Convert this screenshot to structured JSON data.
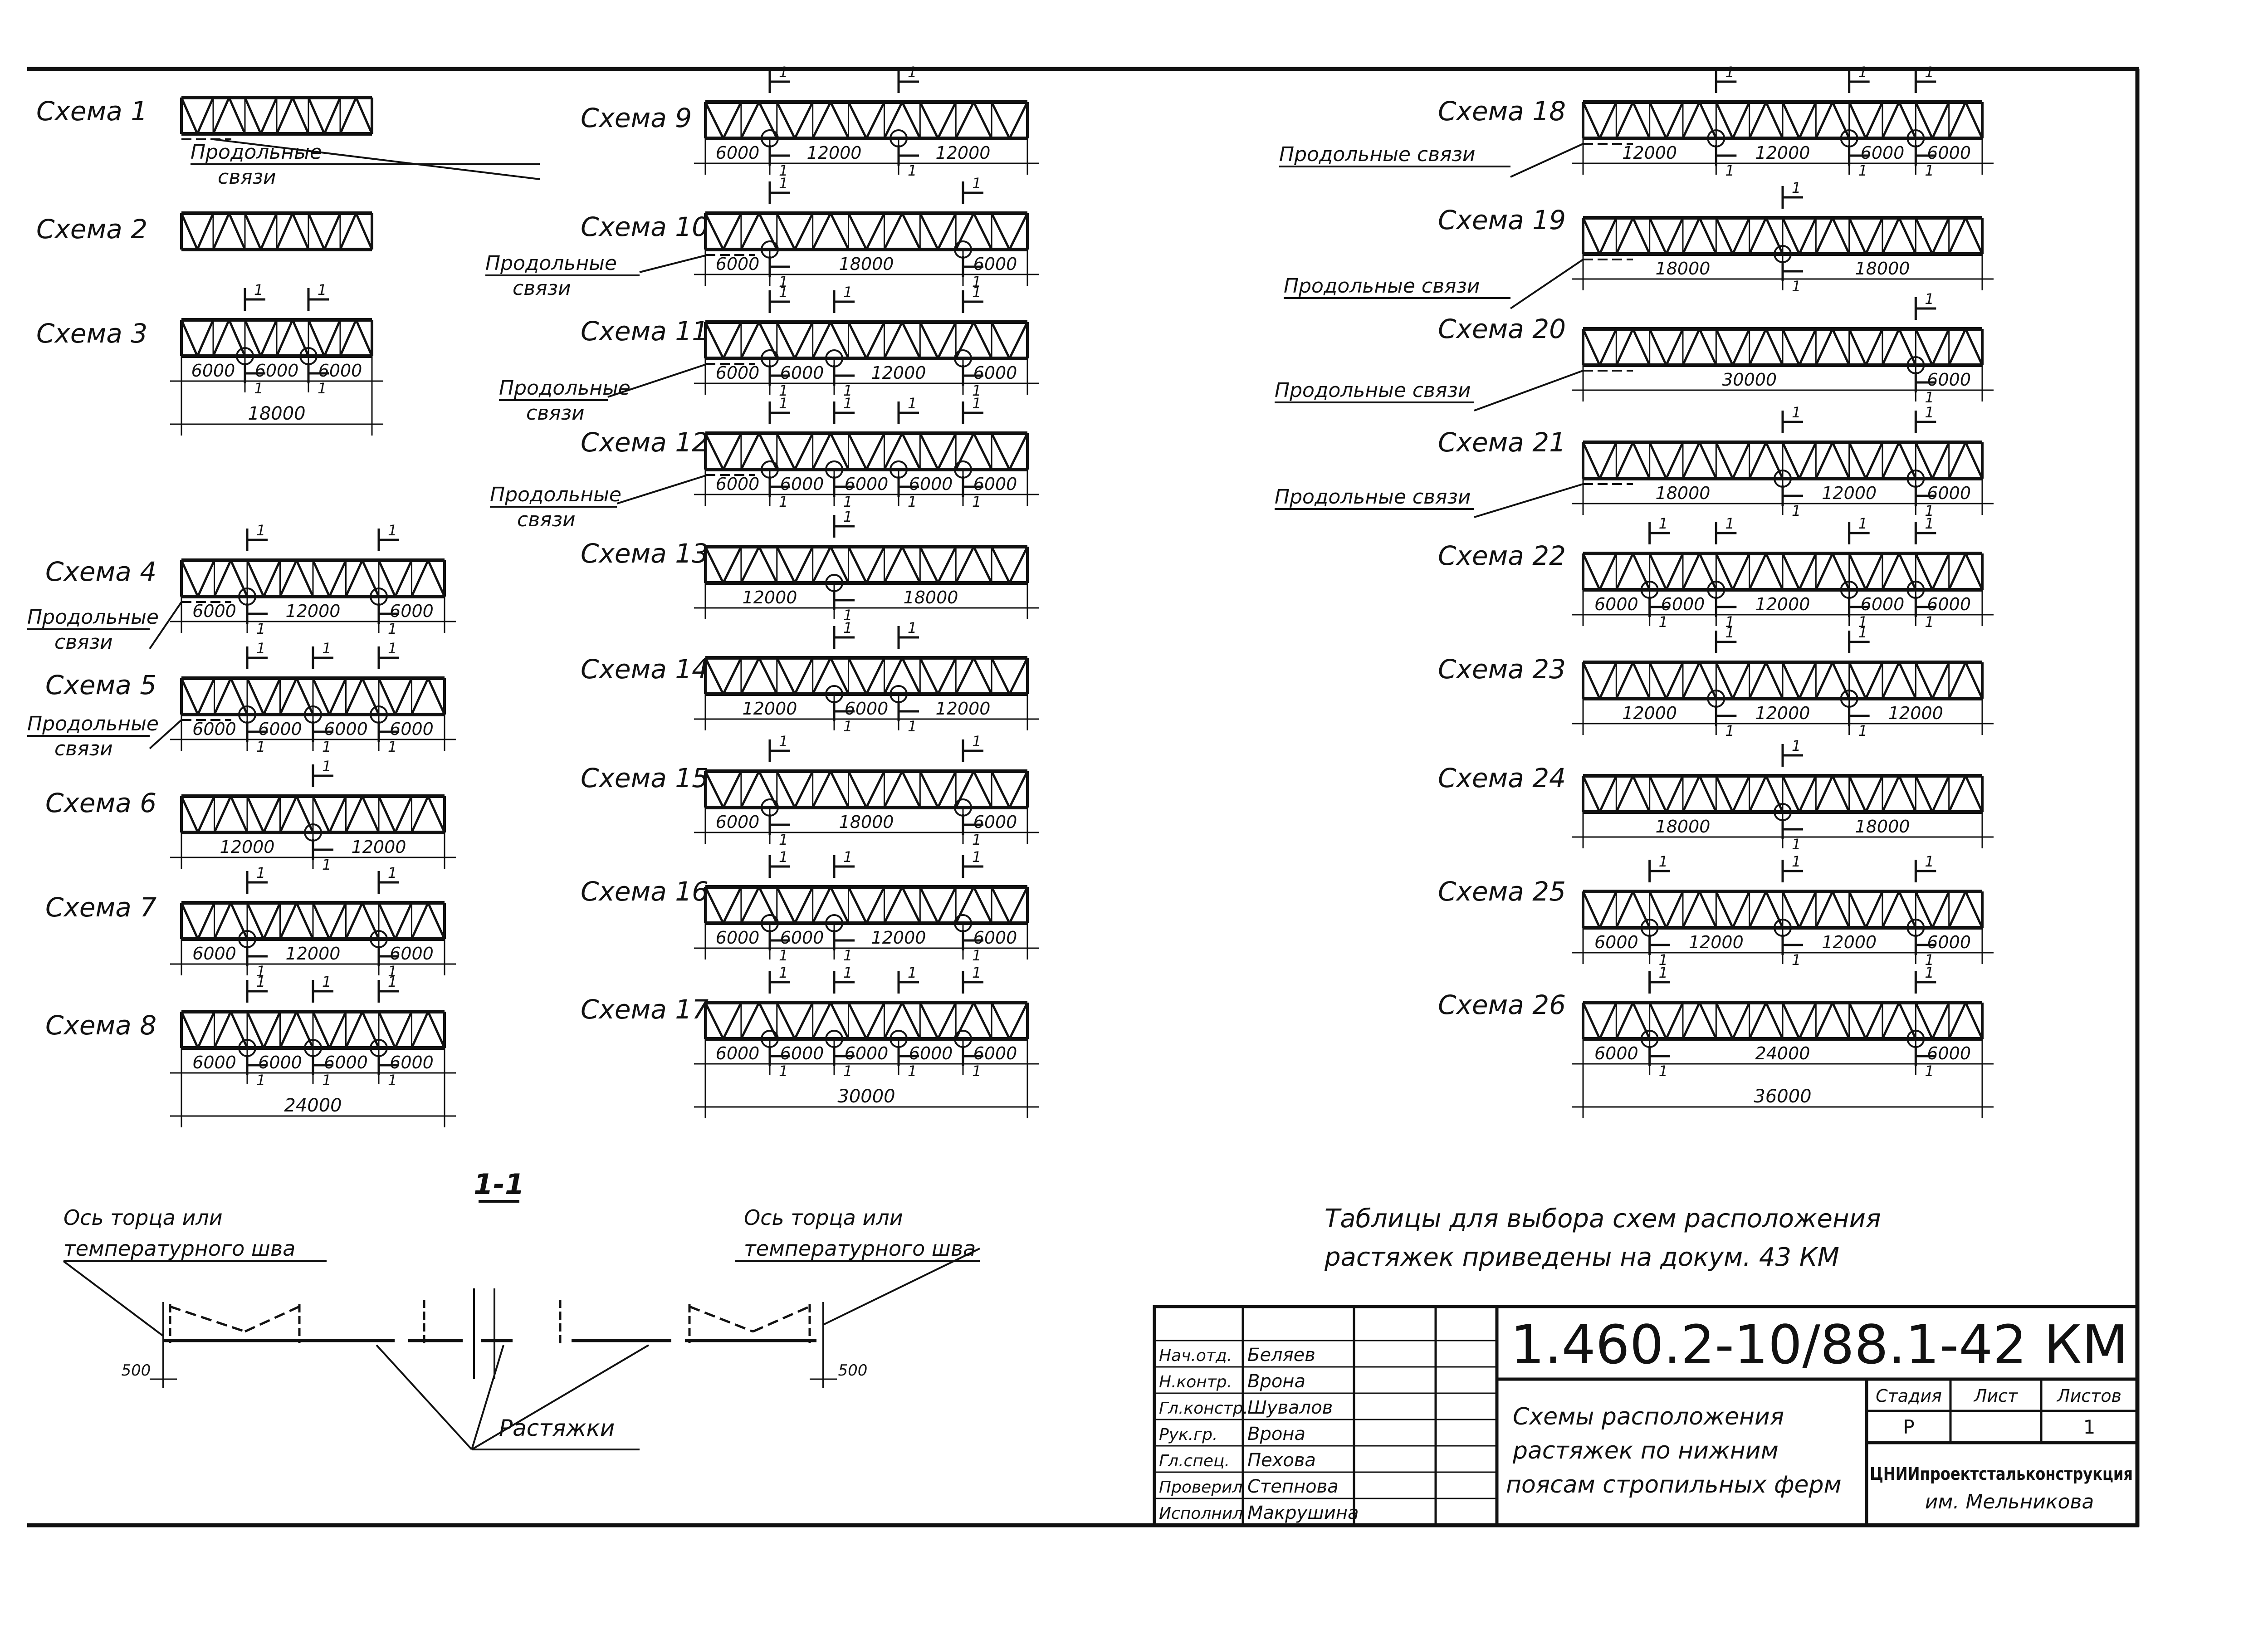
{
  "label_bracing": "Продольные связи",
  "label_bracing_l1": "Продольные",
  "label_bracing_l2": "связи",
  "section_mark": "1",
  "schemes": [
    {
      "title": "Схема 1",
      "dims": []
    },
    {
      "title": "Схема 2",
      "dims": []
    },
    {
      "title": "Схема 3",
      "dims": [
        "6000",
        "6000",
        "6000"
      ],
      "total": "18000"
    },
    {
      "title": "Схема 4",
      "dims": [
        "6000",
        "12000",
        "6000"
      ]
    },
    {
      "title": "Схема 5",
      "dims": [
        "6000",
        "6000",
        "6000",
        "6000"
      ]
    },
    {
      "title": "Схема 6",
      "dims": [
        "12000",
        "12000"
      ]
    },
    {
      "title": "Схема 7",
      "dims": [
        "6000",
        "12000",
        "6000"
      ]
    },
    {
      "title": "Схема 8",
      "dims": [
        "6000",
        "6000",
        "6000",
        "6000"
      ],
      "total": "24000"
    },
    {
      "title": "Схема 9",
      "dims": [
        "6000",
        "12000",
        "12000"
      ]
    },
    {
      "title": "Схема 10",
      "dims": [
        "6000",
        "18000",
        "6000"
      ]
    },
    {
      "title": "Схема 11",
      "dims": [
        "6000",
        "6000",
        "12000",
        "6000"
      ]
    },
    {
      "title": "Схема 12",
      "dims": [
        "6000",
        "6000",
        "6000",
        "6000",
        "6000"
      ]
    },
    {
      "title": "Схема 13",
      "dims": [
        "12000",
        "18000"
      ]
    },
    {
      "title": "Схема 14",
      "dims": [
        "12000",
        "6000",
        "12000"
      ]
    },
    {
      "title": "Схема 15",
      "dims": [
        "6000",
        "18000",
        "6000"
      ]
    },
    {
      "title": "Схема 16",
      "dims": [
        "6000",
        "6000",
        "12000",
        "6000"
      ]
    },
    {
      "title": "Схема 17",
      "dims": [
        "6000",
        "6000",
        "6000",
        "6000",
        "6000"
      ],
      "total": "30000"
    },
    {
      "title": "Схема 18",
      "dims": [
        "12000",
        "12000",
        "6000",
        "6000"
      ]
    },
    {
      "title": "Схема 19",
      "dims": [
        "18000",
        "18000"
      ]
    },
    {
      "title": "Схема 20",
      "dims": [
        "30000",
        "6000"
      ]
    },
    {
      "title": "Схема 21",
      "dims": [
        "18000",
        "12000",
        "6000"
      ]
    },
    {
      "title": "Схема 22",
      "dims": [
        "6000",
        "6000",
        "12000",
        "6000",
        "6000"
      ]
    },
    {
      "title": "Схема 23",
      "dims": [
        "12000",
        "12000",
        "12000"
      ]
    },
    {
      "title": "Схема 24",
      "dims": [
        "18000",
        "18000"
      ]
    },
    {
      "title": "Схема 25",
      "dims": [
        "6000",
        "12000",
        "12000",
        "6000"
      ]
    },
    {
      "title": "Схема 26",
      "dims": [
        "6000",
        "24000",
        "6000"
      ],
      "total": "36000"
    }
  ],
  "section": {
    "title": "1-1",
    "axis_note_l1": "Ось торца или",
    "axis_note_l2": "температурного шва",
    "dim": "500",
    "ties_label": "Растяжки"
  },
  "note": {
    "line1": "Таблицы для выбора схем расположения",
    "line2": "растяжек приведены на докум. 43 КМ"
  },
  "title_block": {
    "doc_code": "1.460.2-10/88.1-42 КМ",
    "title_l1": "Схемы расположения",
    "title_l2": "растяжек по нижним",
    "title_l3": "поясам стропильных ферм",
    "stage_h": "Стадия",
    "sheet_h": "Лист",
    "sheets_h": "Листов",
    "stage": "Р",
    "sheet": "",
    "sheets": "1",
    "org_l1": "ЦНИИпроектстальконструкция",
    "org_l2": "им. Мельникова",
    "roles": [
      {
        "role": "Нач.отд.",
        "name": "Беляев"
      },
      {
        "role": "Н.контр.",
        "name": "Врона"
      },
      {
        "role": "Гл.констр.",
        "name": "Шувалов"
      },
      {
        "role": "Рук.гр.",
        "name": "Врона"
      },
      {
        "role": "Гл.спец.",
        "name": "Пехова"
      },
      {
        "role": "Проверил",
        "name": "Степнова"
      },
      {
        "role": "Исполнил",
        "name": "Макрушина"
      }
    ]
  }
}
